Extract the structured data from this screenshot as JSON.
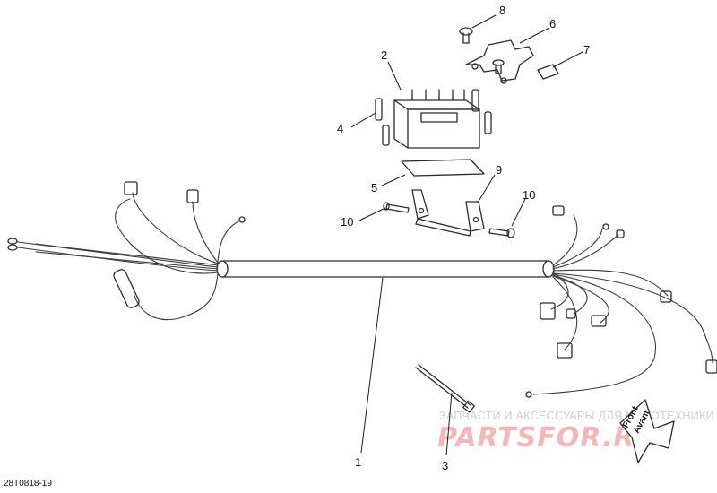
{
  "figure_ref": "28T0818-19",
  "direction_tag": {
    "line1": "Front",
    "line2": "Avant"
  },
  "watermark": {
    "caption": "ЗАПЧАСТИ И АКСЕССУАРЫ ДЛЯ МОТОТЕХНИКИ",
    "logo": "PARTSFOR.RU"
  },
  "callouts": [
    {
      "id": "c1",
      "label": "1",
      "part": "wiring-harness"
    },
    {
      "id": "c2",
      "label": "2",
      "part": "battery"
    },
    {
      "id": "c3",
      "label": "3",
      "part": "cable-tie"
    },
    {
      "id": "c4",
      "label": "4",
      "part": "battery-pad"
    },
    {
      "id": "c5",
      "label": "5",
      "part": "battery-base-pad"
    },
    {
      "id": "c6",
      "label": "6",
      "part": "battery-holder-top"
    },
    {
      "id": "c7",
      "label": "7",
      "part": "pad"
    },
    {
      "id": "c8",
      "label": "8",
      "part": "screw"
    },
    {
      "id": "c9",
      "label": "9",
      "part": "battery-support"
    },
    {
      "id": "c10a",
      "label": "10",
      "part": "bolt-left"
    },
    {
      "id": "c10b",
      "label": "10",
      "part": "bolt-right"
    }
  ]
}
